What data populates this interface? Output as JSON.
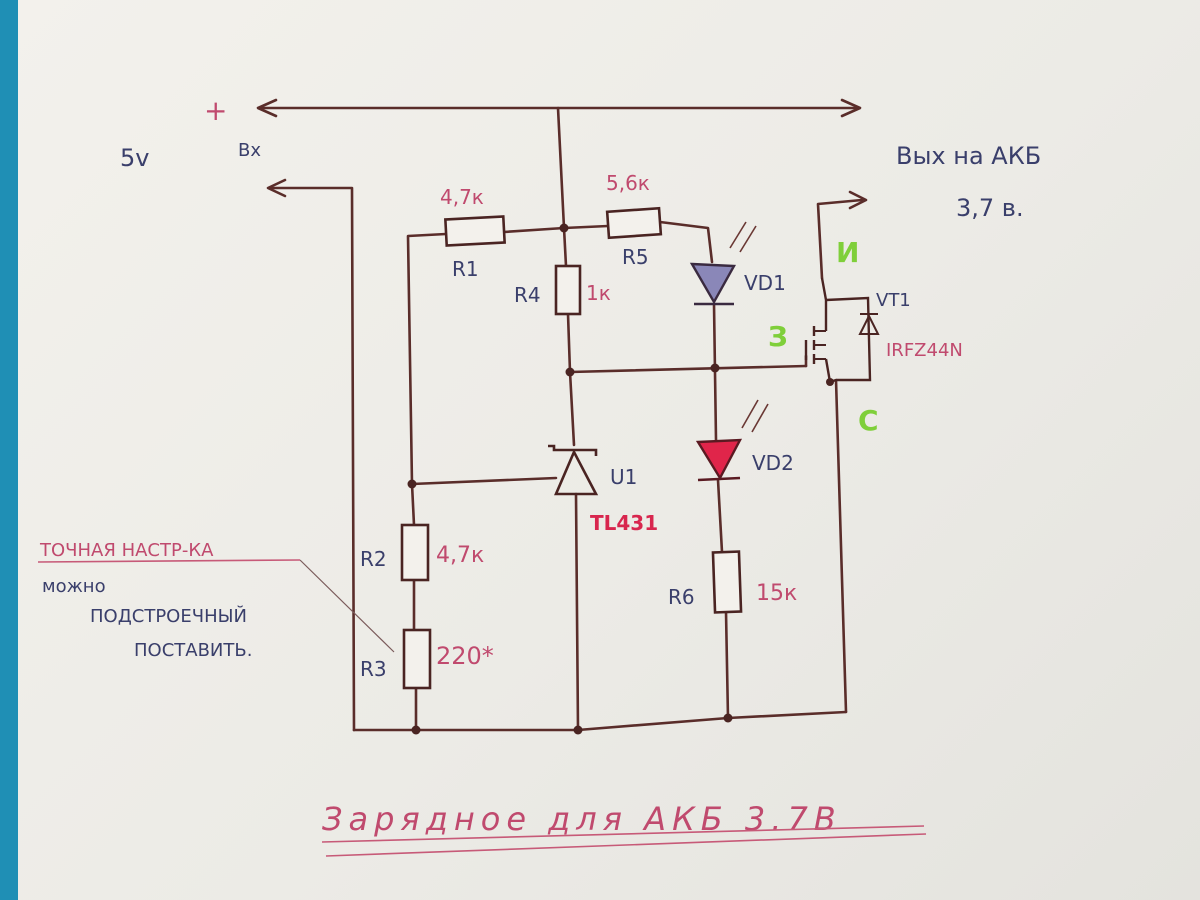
{
  "labels": {
    "plus": "+",
    "voltage_in": "5v",
    "input": "Вх",
    "output_line1": "Вых на АКБ",
    "output_line2": "3,7 в.",
    "r1": "R1",
    "r1_value": "4,7к",
    "r5": "R5",
    "r5_value": "5,6к",
    "r4": "R4",
    "r4_value": "1к",
    "vd1": "VD1",
    "vd2": "VD2",
    "vt1": "VT1",
    "vt1_part": "IRFZ44N",
    "drain": "И",
    "gate": "З",
    "source": "С",
    "u1": "U1",
    "u1_part": "TL431",
    "r2": "R2",
    "r2_value": "4,7к",
    "r3": "R3",
    "r3_value": "220*",
    "r6": "R6",
    "r6_value": "15к"
  },
  "note": {
    "line1": "ТОЧНАЯ НАСТР-КА",
    "line2": "можно",
    "line3": "ПОДСТРОЕЧНЫЙ",
    "line4": "ПОСТАВИТЬ."
  },
  "title": "Зарядное для АКБ 3.7В",
  "colors": {
    "wire": "#5a2d2a",
    "label_dark": "#3a3f6b",
    "label_pink": "#c04a6e",
    "label_red": "#d8264e",
    "terminal_green": "#7fcf3a",
    "vd1_fill": "#8a87b8",
    "vd2_fill": "#e0254a"
  }
}
